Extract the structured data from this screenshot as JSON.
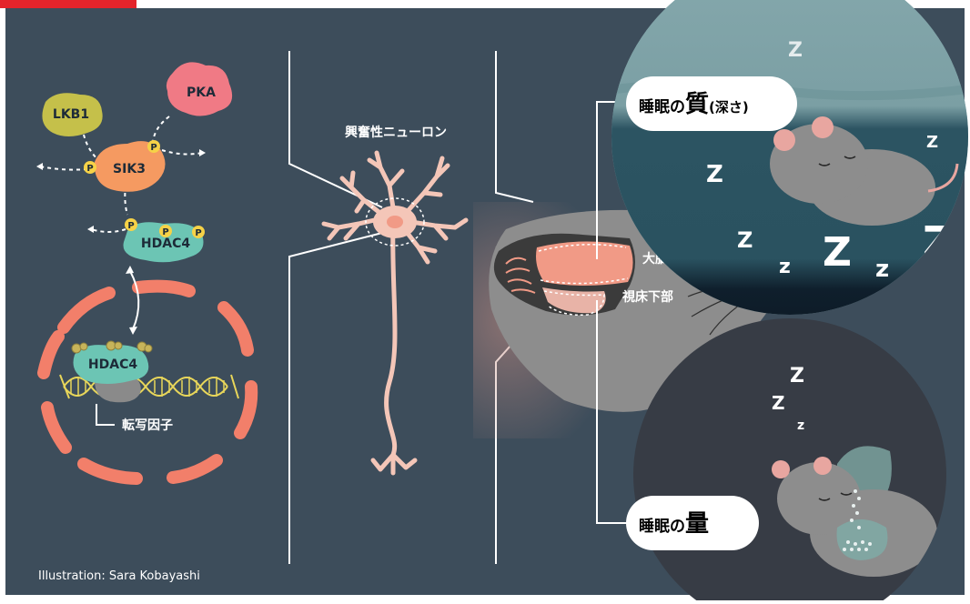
{
  "molecules": {
    "lkb1": "LKB1",
    "pka": "PKA",
    "sik3": "SIK3",
    "hdac4_top": "HDAC4",
    "hdac4_nucleus": "HDAC4",
    "phospho": "P"
  },
  "labels": {
    "neuron": "興奮性ニューロン",
    "cortex": "大脳皮質",
    "hypothalamus": "視床下部",
    "transcription_factor": "転写因子",
    "credit": "Illustration: Sara Kobayashi"
  },
  "sleep_quality": {
    "prefix": "睡眠の",
    "emphasis": "質",
    "suffix": "(深さ)"
  },
  "sleep_quantity": {
    "prefix": "睡眠の",
    "emphasis": "量"
  },
  "sleep_marks": {
    "z_upper": "Z",
    "z_lower": "z"
  },
  "colors": {
    "background": "#3d4d5b",
    "lkb1": "#c5c04a",
    "pka": "#f07a85",
    "sik3": "#f59a61",
    "hdac4": "#6cc5b4",
    "phospho": "#f6d247",
    "neuron": "#f4c6b8",
    "nucleus_dash": "#f27f6a",
    "mouse": "#8d8d8d",
    "brain_highlight": "#f19a86"
  }
}
